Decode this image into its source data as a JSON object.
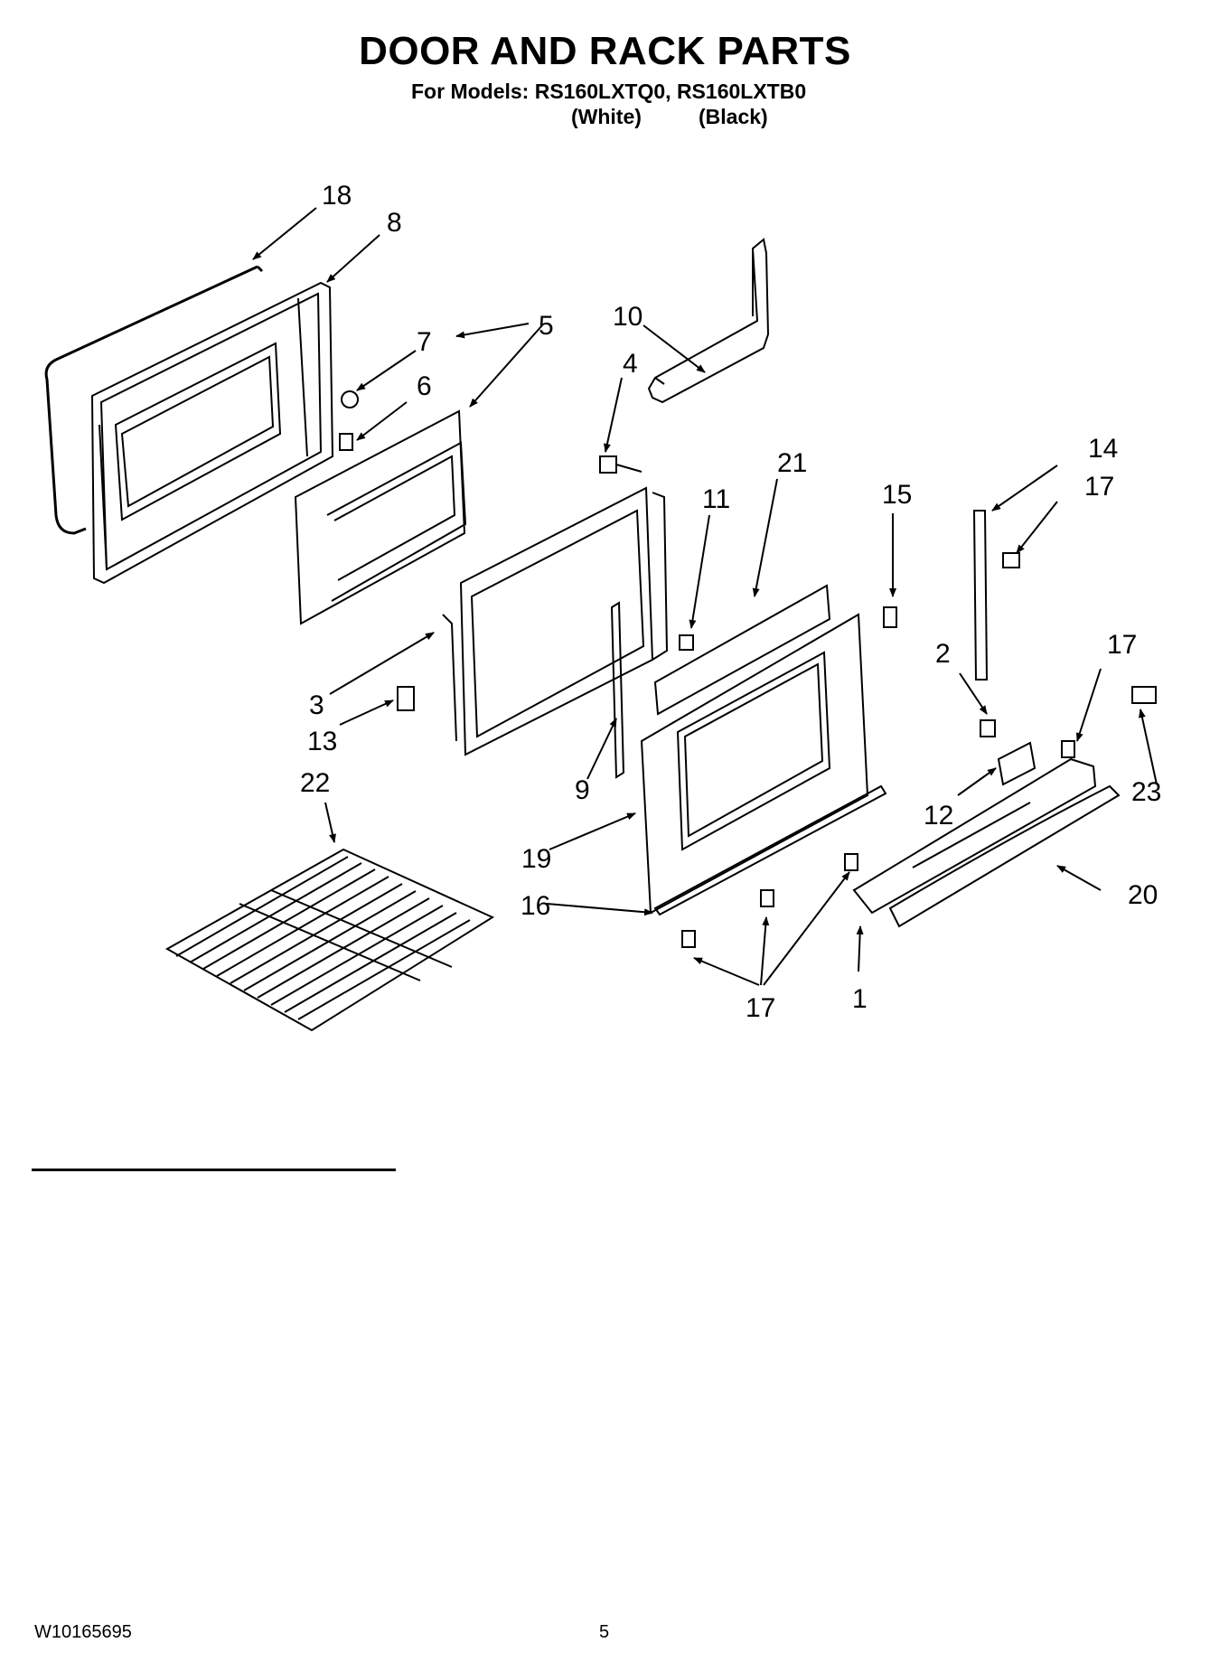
{
  "header": {
    "title": "DOOR AND RACK PARTS",
    "models_line": "For Models: RS160LXTQ0, RS160LXTB0",
    "variant_white": "(White)",
    "variant_black": "(Black)"
  },
  "callouts": {
    "c18": "18",
    "c8": "8",
    "c7": "7",
    "c6": "6",
    "c5": "5",
    "c10": "10",
    "c4": "4",
    "c21": "21",
    "c11": "11",
    "c15": "15",
    "c14": "14",
    "c17a": "17",
    "c17b": "17",
    "c3": "3",
    "c13": "13",
    "c9": "9",
    "c2": "2",
    "c23": "23",
    "c12": "12",
    "c22": "22",
    "c19": "19",
    "c16": "16",
    "c20": "20",
    "c17c": "17",
    "c1": "1"
  },
  "footer": {
    "doc_number": "W10165695",
    "page_number": "5"
  }
}
